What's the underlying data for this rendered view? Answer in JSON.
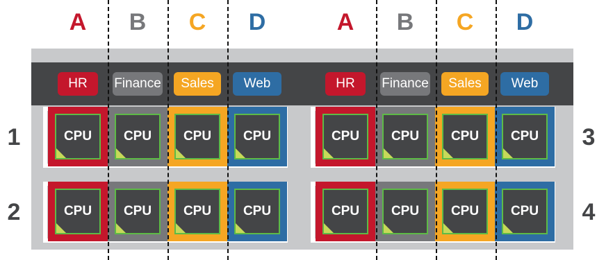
{
  "colors": {
    "A": "#c4172c",
    "B": "#77787b",
    "C": "#f5a623",
    "D": "#2e6da4",
    "chip_fill": "#444547",
    "chip_border": "#5dbb46",
    "panel": "#c8c9cb",
    "band": "#444547"
  },
  "groups": [
    {
      "columns": [
        {
          "letter": "A",
          "tag": "HR"
        },
        {
          "letter": "B",
          "tag": "Finance"
        },
        {
          "letter": "C",
          "tag": "Sales"
        },
        {
          "letter": "D",
          "tag": "Web"
        }
      ]
    },
    {
      "columns": [
        {
          "letter": "A",
          "tag": "HR"
        },
        {
          "letter": "B",
          "tag": "Finance"
        },
        {
          "letter": "C",
          "tag": "Sales"
        },
        {
          "letter": "D",
          "tag": "Web"
        }
      ]
    }
  ],
  "servers": [
    {
      "number": "1",
      "cpus": [
        "CPU",
        "CPU",
        "CPU",
        "CPU"
      ]
    },
    {
      "number": "2",
      "cpus": [
        "CPU",
        "CPU",
        "CPU",
        "CPU"
      ]
    },
    {
      "number": "3",
      "cpus": [
        "CPU",
        "CPU",
        "CPU",
        "CPU"
      ]
    },
    {
      "number": "4",
      "cpus": [
        "CPU",
        "CPU",
        "CPU",
        "CPU"
      ]
    }
  ]
}
